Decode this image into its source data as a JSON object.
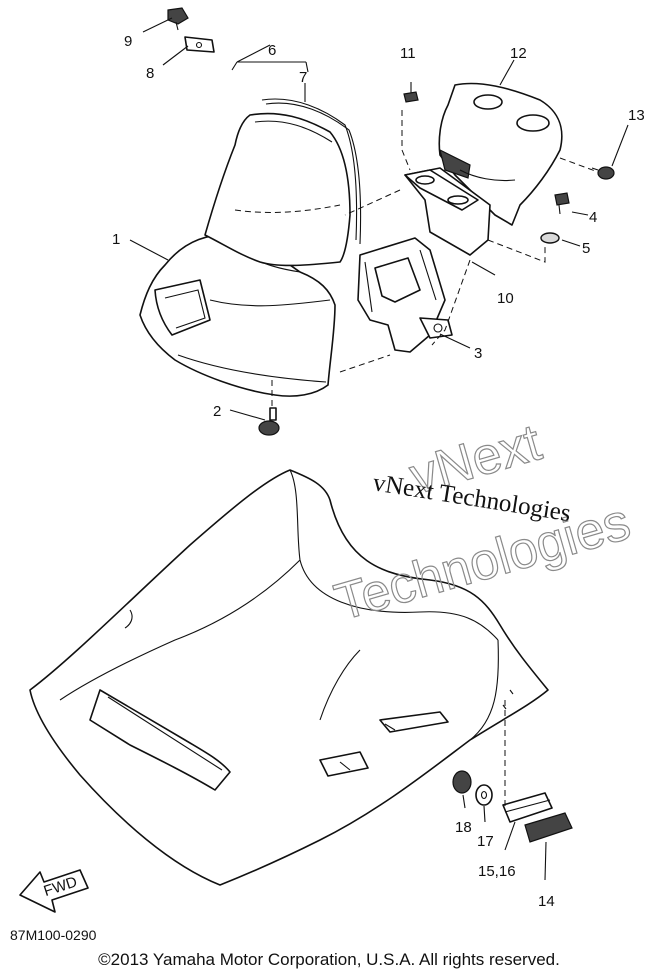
{
  "diagram": {
    "part_labels": [
      {
        "id": "p1",
        "text": "1"
      },
      {
        "id": "p2",
        "text": "2"
      },
      {
        "id": "p3",
        "text": "3"
      },
      {
        "id": "p4",
        "text": "4"
      },
      {
        "id": "p5",
        "text": "5"
      },
      {
        "id": "p6",
        "text": "6"
      },
      {
        "id": "p7",
        "text": "7"
      },
      {
        "id": "p8",
        "text": "8"
      },
      {
        "id": "p9",
        "text": "9"
      },
      {
        "id": "p10",
        "text": "10"
      },
      {
        "id": "p11",
        "text": "11"
      },
      {
        "id": "p12",
        "text": "12"
      },
      {
        "id": "p13",
        "text": "13"
      },
      {
        "id": "p14",
        "text": "14"
      },
      {
        "id": "p15",
        "text": "15,16"
      },
      {
        "id": "p17",
        "text": "17"
      },
      {
        "id": "p18",
        "text": "18"
      }
    ],
    "fwd_arrow_label": "FWD",
    "drawing_code": "87M100-0290",
    "watermark": {
      "outline_line1": "vNext",
      "outline_line2": "Technologies",
      "text": "vNext Technologies"
    }
  },
  "footer": {
    "copyright": "©2013 Yamaha Motor Corporation, U.S.A. All rights reserved."
  }
}
